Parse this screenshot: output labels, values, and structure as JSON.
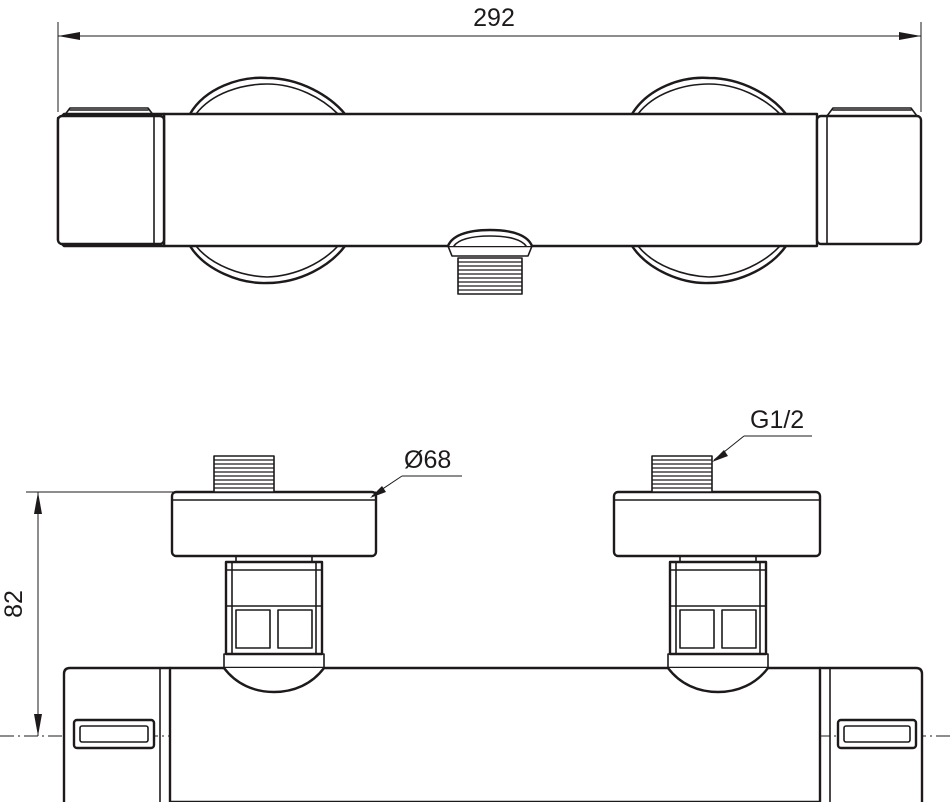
{
  "drawing": {
    "dimensions": {
      "overall_width": "292",
      "height": "82",
      "diameter": "Ø68",
      "thread": "G1/2"
    }
  }
}
